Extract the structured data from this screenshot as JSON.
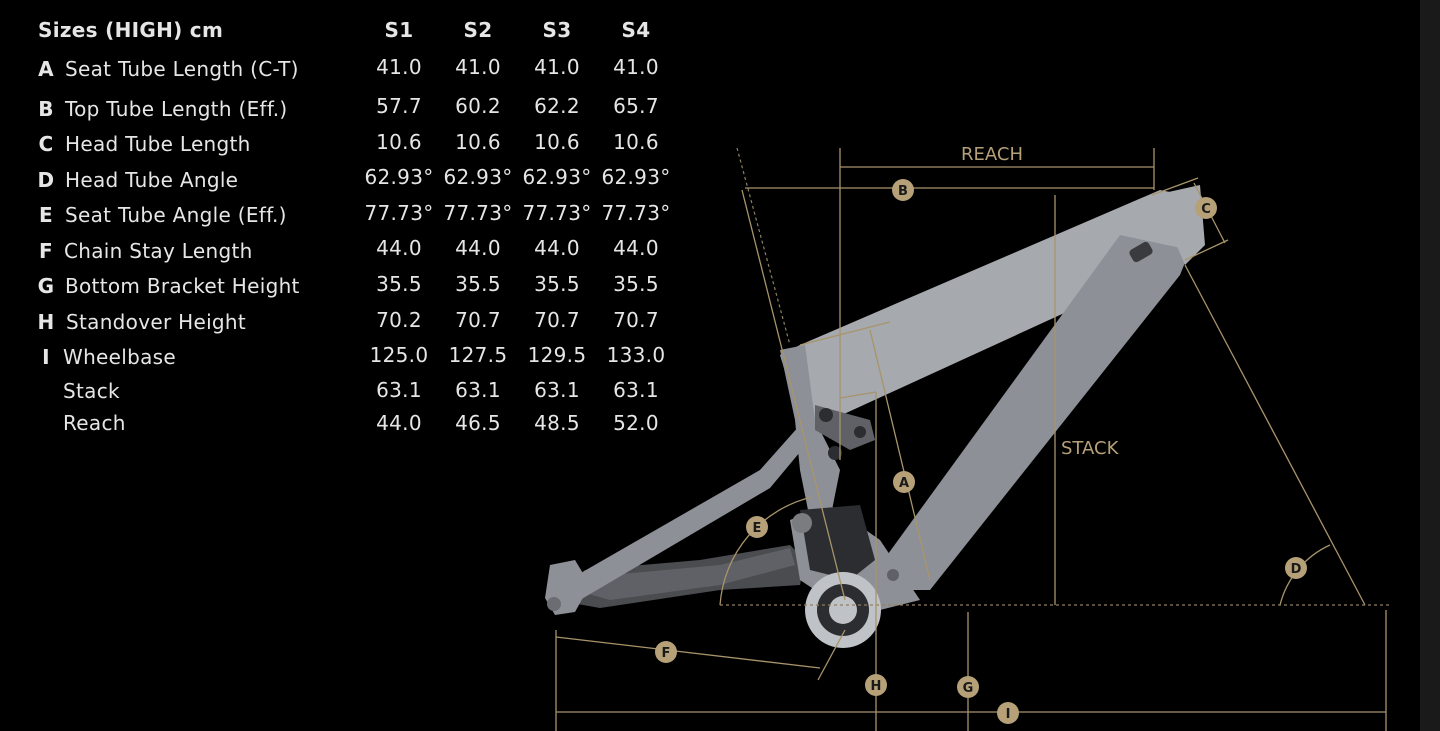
{
  "table": {
    "title": "Sizes (HIGH) cm",
    "sizes": [
      "S1",
      "S2",
      "S3",
      "S4"
    ],
    "rows": [
      {
        "letter": "A",
        "label": "Seat Tube Length (C-T)",
        "values": [
          "41.0",
          "41.0",
          "41.0",
          "41.0"
        ]
      },
      {
        "letter": "B",
        "label": "Top Tube Length (Eff.)",
        "values": [
          "57.7",
          "60.2",
          "62.2",
          "65.7"
        ]
      },
      {
        "letter": "C",
        "label": "Head Tube Length",
        "values": [
          "10.6",
          "10.6",
          "10.6",
          "10.6"
        ]
      },
      {
        "letter": "D",
        "label": "Head Tube Angle",
        "values": [
          "62.93°",
          "62.93°",
          "62.93°",
          "62.93°"
        ]
      },
      {
        "letter": "E",
        "label": "Seat Tube Angle (Eff.)",
        "values": [
          "77.73°",
          "77.73°",
          "77.73°",
          "77.73°"
        ]
      },
      {
        "letter": "F",
        "label": "Chain Stay Length",
        "values": [
          "44.0",
          "44.0",
          "44.0",
          "44.0"
        ]
      },
      {
        "letter": "G",
        "label": "Bottom Bracket Height",
        "values": [
          "35.5",
          "35.5",
          "35.5",
          "35.5"
        ]
      },
      {
        "letter": "H",
        "label": "Standover Height",
        "values": [
          "70.2",
          "70.7",
          "70.7",
          "70.7"
        ]
      },
      {
        "letter": "I",
        "label": "Wheelbase",
        "values": [
          "125.0",
          "127.5",
          "129.5",
          "133.0"
        ]
      },
      {
        "letter": "",
        "label": "Stack",
        "values": [
          "63.1",
          "63.1",
          "63.1",
          "63.1"
        ]
      },
      {
        "letter": "",
        "label": "Reach",
        "values": [
          "44.0",
          "46.5",
          "48.5",
          "52.0"
        ]
      }
    ]
  },
  "diagram": {
    "labels": {
      "reach": "REACH",
      "stack": "STACK"
    },
    "badges": {
      "a": "A",
      "b": "B",
      "c": "C",
      "d": "D",
      "e": "E",
      "f": "F",
      "g": "G",
      "h": "H",
      "i": "I"
    }
  },
  "colors": {
    "background": "#000000",
    "text": "#e6e6e6",
    "accent_gold": "#b5a078",
    "frame_grey": "#8d9097"
  }
}
